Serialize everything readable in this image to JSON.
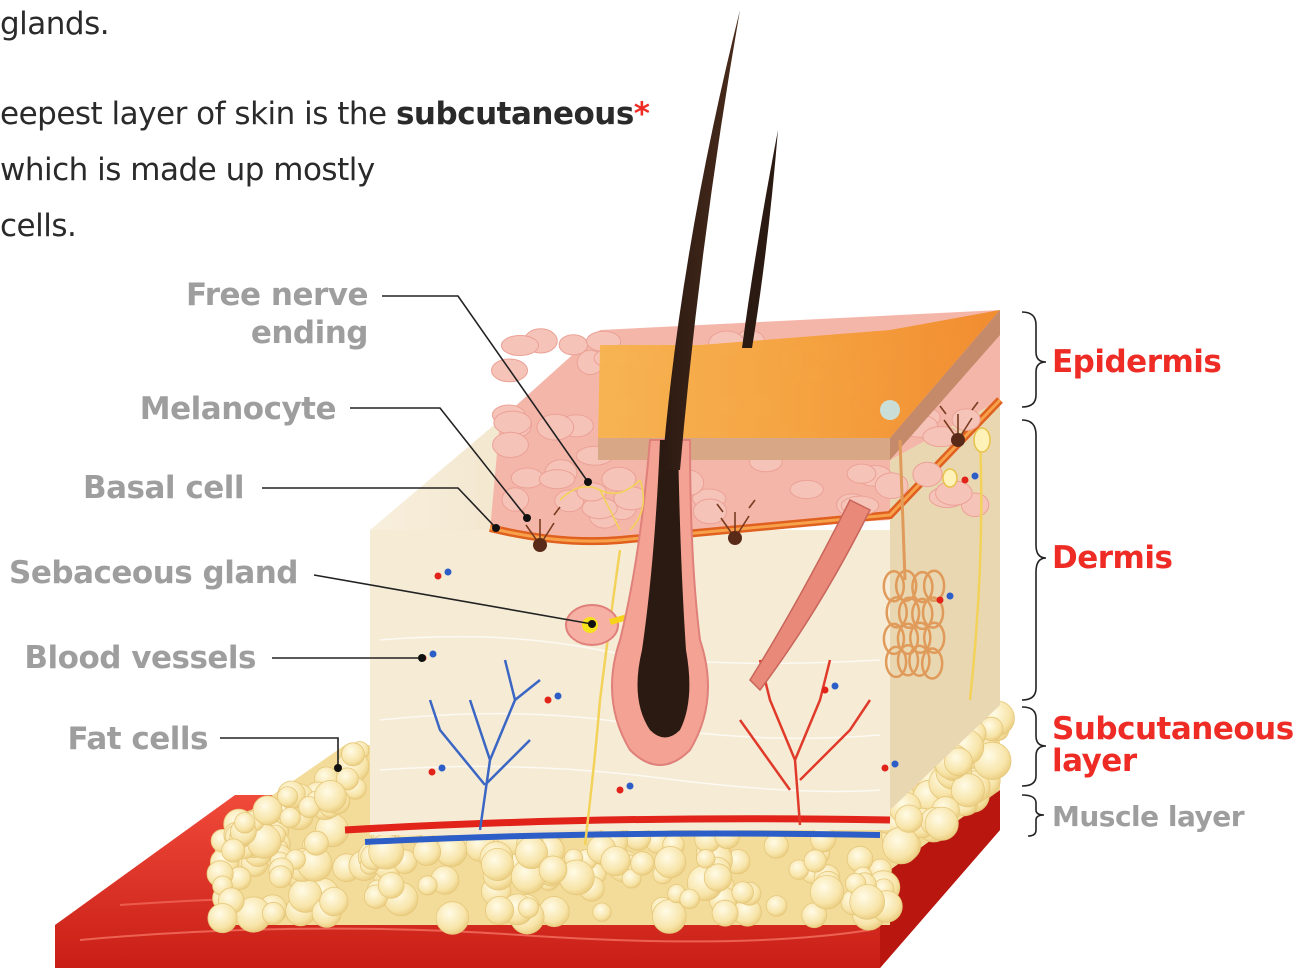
{
  "intro": {
    "line1": "glands.",
    "line2_pre": "eepest layer of skin is the ",
    "line2_bold": "subcutaneous",
    "line2_mark": "*",
    "line3": "which is made up mostly",
    "line4": "cells."
  },
  "callouts": {
    "free_nerve_line1": "Free nerve",
    "free_nerve_line2": "ending",
    "melanocyte": "Melanocyte",
    "basal_cell": "Basal cell",
    "sebaceous_gland": "Sebaceous gland",
    "blood_vessels": "Blood vessels",
    "fat_cells": "Fat cells"
  },
  "layers": {
    "epidermis": "Epidermis",
    "dermis": "Dermis",
    "subcutaneous_line1": "Subcutaneous",
    "subcutaneous_line2": "layer",
    "muscle": "Muscle layer"
  },
  "colors": {
    "accent_red": "#ee2b24",
    "label_gray": "#9e9e9e",
    "text_dark": "#2a2a2a"
  }
}
